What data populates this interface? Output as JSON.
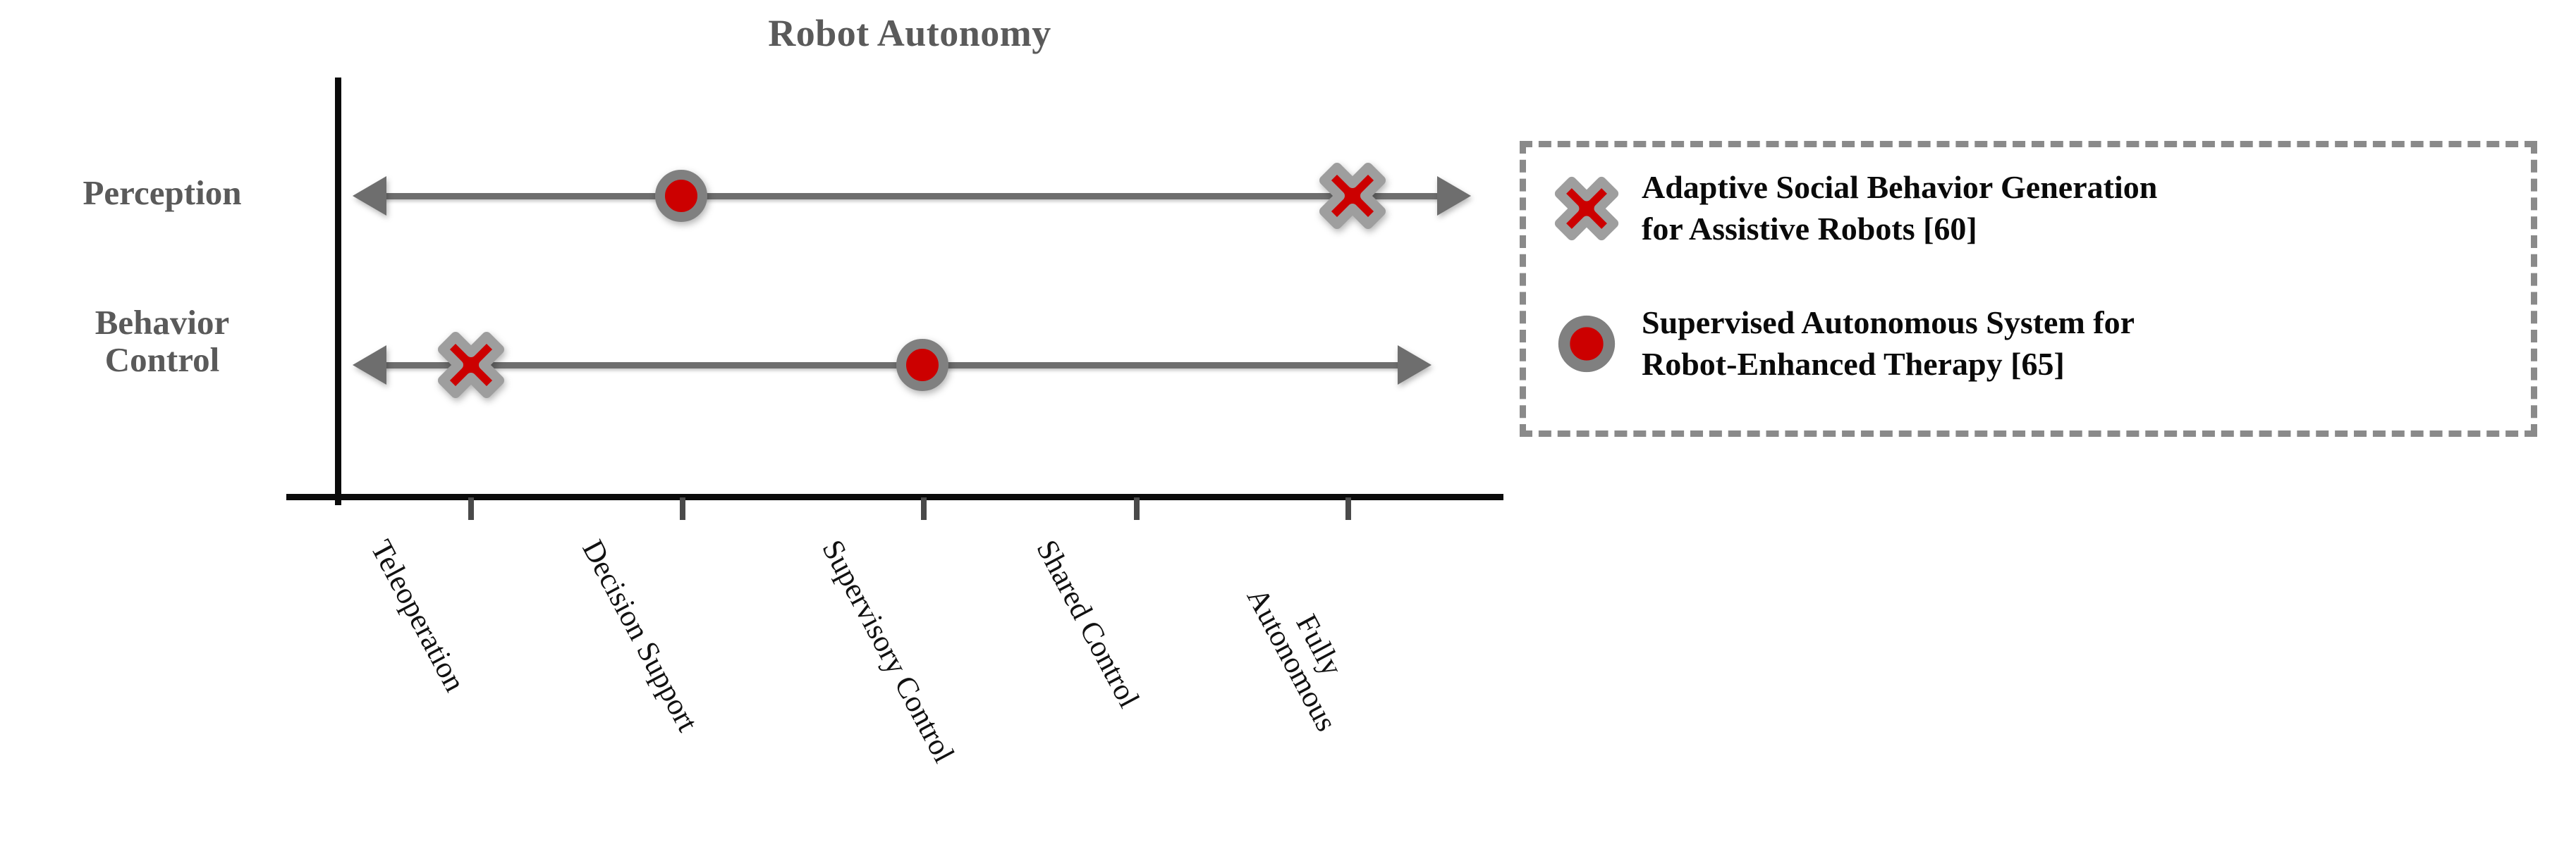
{
  "chart_data": {
    "type": "scatter",
    "title": "Robot Autonomy",
    "xlabel": "",
    "ylabel": "",
    "grid": false,
    "legend_position": "right",
    "categories": [
      "Teleoperation",
      "Decision Support",
      "Supervisory Control",
      "Shared Control",
      "Fully\nAutonomous"
    ],
    "rows": [
      {
        "label": "Perception",
        "range_start": "Teleoperation",
        "range_end": "Fully Autonomous",
        "range_arrows": "both"
      },
      {
        "label": "Behavior\nControl",
        "range_start": "Teleoperation",
        "range_end": "Fully Autonomous",
        "range_arrows": "both"
      }
    ],
    "series": [
      {
        "name": "Adaptive Social Behavior Generation for Assistive Robots [60]",
        "marker": "x-cross",
        "color": "#CC0000",
        "outline": "#9e9e9e",
        "points": [
          {
            "row": "Perception",
            "x": "Fully Autonomous",
            "x_index": 4
          },
          {
            "row": "Behavior Control",
            "x": "Teleoperation",
            "x_index": 0
          }
        ]
      },
      {
        "name": "Supervised Autonomous System for Robot-Enhanced Therapy [65]",
        "marker": "circle",
        "color": "#CC0000",
        "outline": "#808080",
        "points": [
          {
            "row": "Perception",
            "x": "Decision Support",
            "x_index": 1
          },
          {
            "row": "Behavior Control",
            "x": "Supervisory Control",
            "x_index": 2
          }
        ]
      }
    ]
  },
  "title": "Robot Autonomy",
  "y_categories": [
    {
      "label": "Perception"
    },
    {
      "label": "Behavior\nControl"
    }
  ],
  "x_ticks": [
    {
      "label": "Teleoperation"
    },
    {
      "label": "Decision Support"
    },
    {
      "label": "Supervisory Control"
    },
    {
      "label": "Shared Control"
    },
    {
      "label": "Fully\nAutonomous"
    }
  ],
  "legend": {
    "items": [
      {
        "marker": "x-cross-icon",
        "text": "Adaptive Social Behavior Generation\nfor Assistive Robots [60]"
      },
      {
        "marker": "filled-circle-icon",
        "text": "Supervised Autonomous System for\nRobot-Enhanced Therapy [65]"
      }
    ]
  },
  "colors": {
    "marker_red": "#CC0000",
    "marker_outline_gray": "#9e9e9e",
    "arrow_gray": "#6e6e6e",
    "axis_black": "#0b0b0b",
    "label_gray": "#5a5a5a",
    "legend_border_gray": "#8a8a8a"
  }
}
